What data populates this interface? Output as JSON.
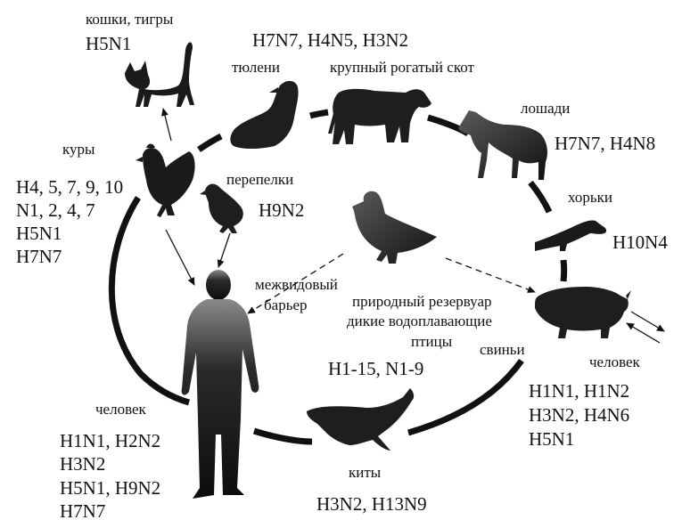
{
  "colors": {
    "ink": "#111111",
    "background": "#ffffff",
    "silhouette_dark": "#1a1a1a",
    "silhouette_mid": "#555555"
  },
  "cats": {
    "name": "кошки, тигры",
    "strains": "H5N1",
    "icon": "cat-icon"
  },
  "seals": {
    "name": "тюлени",
    "strains": "H7N7, H4N5, H3N2",
    "icon": "seal-icon"
  },
  "cattle": {
    "name": "крупный рогатый скот",
    "icon": "cow-icon"
  },
  "horses": {
    "name": "лошади",
    "strains": "H7N7, H4N8",
    "icon": "horse-icon"
  },
  "ferrets": {
    "name": "хорьки",
    "strains": "H10N4",
    "icon": "ferret-icon"
  },
  "chickens": {
    "name": "куры",
    "strains": [
      "H4, 5, 7, 9, 10",
      "N1, 2, 4, 7",
      "H5N1",
      "H7N7"
    ],
    "icon": "chicken-icon"
  },
  "quails": {
    "name": "перепелки",
    "strains": "H9N2",
    "icon": "quail-icon"
  },
  "reservoir": {
    "barrier_lines": [
      "межвидовый",
      "барьер"
    ],
    "lines": [
      "природный резервуар",
      "дикие водоплавающие",
      "птицы"
    ],
    "strains": "H1-15, N1-9",
    "icon": "duck-icon"
  },
  "pigs": {
    "name": "свиньи",
    "human_label": "человек",
    "strains": [
      "H1N1, H1N2",
      "H3N2, H4N6",
      "H5N1"
    ],
    "icon": "pig-icon"
  },
  "humans": {
    "name": "человек",
    "strains": [
      "H1N1, H2N2",
      "H3N2",
      "H5N1, H9N2",
      "H7N7"
    ],
    "icon": "human-icon"
  },
  "whales": {
    "name": "киты",
    "strains": "H3N2, H13N9",
    "icon": "whale-icon"
  }
}
